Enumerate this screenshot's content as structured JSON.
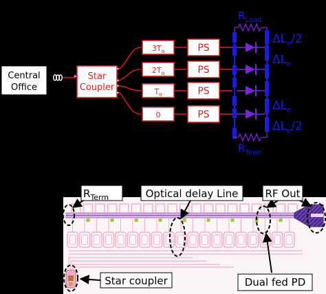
{
  "schematic": {
    "central_office": [
      "Central",
      "Office"
    ],
    "star_coupler": [
      "Star",
      "Coupler"
    ],
    "delays": [
      {
        "base": "3T",
        "sub": "o"
      },
      {
        "base": "2T",
        "sub": "o"
      },
      {
        "base": "T",
        "sub": "o"
      },
      {
        "base": "0",
        "sub": ""
      }
    ],
    "ps_label": "PS",
    "r_load": {
      "base": "R",
      "sub": "Load"
    },
    "r_term": {
      "base": "R",
      "sub": "Term"
    },
    "line_sections": [
      {
        "prefix": "ΔL",
        "sub": "e",
        "suffix": "/2"
      },
      {
        "prefix": "ΔL",
        "sub": "e",
        "suffix": ""
      },
      {
        "prefix": "ΔL",
        "sub": "e",
        "suffix": ""
      },
      {
        "prefix": "ΔL",
        "sub": "e",
        "suffix": "/2"
      }
    ]
  },
  "layout_callouts": {
    "r_term": {
      "base": "R",
      "sub": "Term"
    },
    "optical_delay_line": "Optical delay Line",
    "rf_out": "RF Out",
    "star_coupler": "Star coupler",
    "dual_fed_pd": "Dual fed PD"
  },
  "colors": {
    "background": "#000000",
    "schematic_red": "#dd1e1e",
    "transmission_blue": "#1a1aee",
    "photodiode_purple": "#7a22e0",
    "chip_pink": "#f3aec4",
    "chip_purple": "#a870c8",
    "chip_background": "#fbf5f7"
  }
}
